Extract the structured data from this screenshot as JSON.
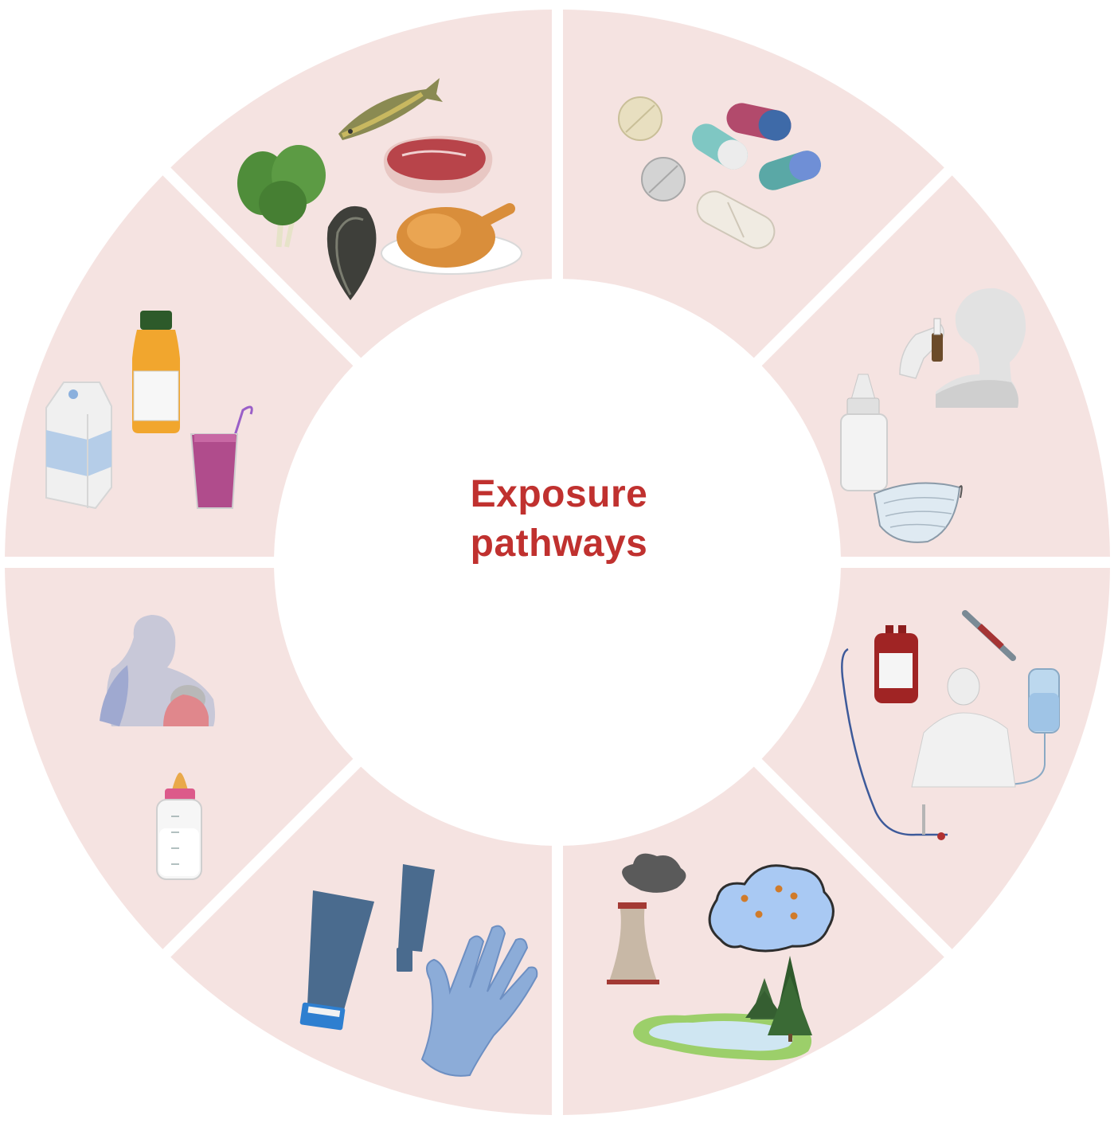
{
  "title": {
    "line1": "Exposure",
    "line2": "pathways"
  },
  "colors": {
    "segment_fill": "#f5e3e1",
    "title": "#c0312f",
    "background": "#ffffff"
  },
  "segments": [
    {
      "id": "diet",
      "icons": [
        "fish-icon",
        "steak-icon",
        "leafy-greens-icon",
        "mussel-icon",
        "roast-chicken-icon"
      ]
    },
    {
      "id": "medication",
      "icons": [
        "tablet-icon",
        "capsule-icon",
        "pill-icon"
      ]
    },
    {
      "id": "inhalation",
      "icons": [
        "nasal-spray-person-icon",
        "dropper-bottle-icon",
        "face-mask-icon"
      ]
    },
    {
      "id": "medical-procedures",
      "icons": [
        "blood-bag-icon",
        "syringe-icon",
        "iv-bag-icon",
        "patient-icon",
        "catheter-icon"
      ]
    },
    {
      "id": "environment",
      "icons": [
        "power-plant-icon",
        "polluted-cloud-icon",
        "pine-trees-icon",
        "lake-icon"
      ]
    },
    {
      "id": "dermal",
      "icons": [
        "tube-icon",
        "glove-icon"
      ]
    },
    {
      "id": "breastfeeding",
      "icons": [
        "breastfeeding-mother-icon",
        "baby-bottle-icon"
      ]
    },
    {
      "id": "beverages",
      "icons": [
        "milk-carton-icon",
        "juice-bottle-icon",
        "smoothie-icon"
      ]
    }
  ]
}
